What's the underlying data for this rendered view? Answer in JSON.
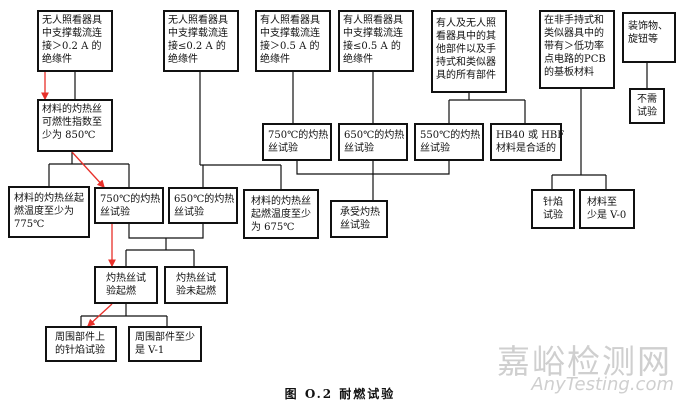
{
  "boxes": {
    "a": "无人照看器具\n中支撑载流连\n接＞0.2 A 的\n绝缘件",
    "b": "材料的灼热丝\n可燃性指数至\n少为 850℃",
    "c": "无人照看器具\n中支撑载流连\n接≤0.2 A 的\n绝缘件",
    "d": "有人照看器具\n中支撑载流连\n接＞0.5 A 的\n绝缘件",
    "e": "有人照看器具\n中支撑载流连\n接≤0.5 A 的\n绝缘件",
    "f": "有人及无人照\n看器具中的其\n他部件以及手\n持式和类似器\n具的所有部件",
    "g": "在非手持式和\n类似器具中的\n带有＞低功率\n点电路的PCB\n的基板材料",
    "h": "装饰物、\n旋钮等",
    "no_test": "不需\n试验",
    "gwt750_right": "750℃的灼热\n丝试验",
    "gwt650_right": "650℃的灼热\n丝试验",
    "gwt550": "550℃的灼热\n丝试验",
    "hb40": "HB40 或 HBF\n材料是合适的",
    "withstand": "承受灼热\n丝试验",
    "needle_right": "针焰\n试验",
    "v0": "材料至\n少是 V-0",
    "ignition775": "材料的灼热丝起\n燃温度至少为\n775℃",
    "gwt750_left": "750℃的灼热\n丝试验",
    "gwt650_left": "650℃的灼热\n丝试验",
    "ignition675": "材料的灼热丝\n起燃温度至少\n为 675℃",
    "ignites": "灼热丝试\n验起燃",
    "not_ignites": "灼热丝试\n验未起燃",
    "needle_surround": "周围部件上\n的针焰试验",
    "v1": "周围部件至少\n是 V-1"
  },
  "caption": "图 O.2   耐燃试验",
  "watermark": {
    "cn": "嘉峪检测网",
    "en": "AnyTesting.com"
  },
  "colors": {
    "line": "#111111",
    "arrow": "#e8302a"
  }
}
